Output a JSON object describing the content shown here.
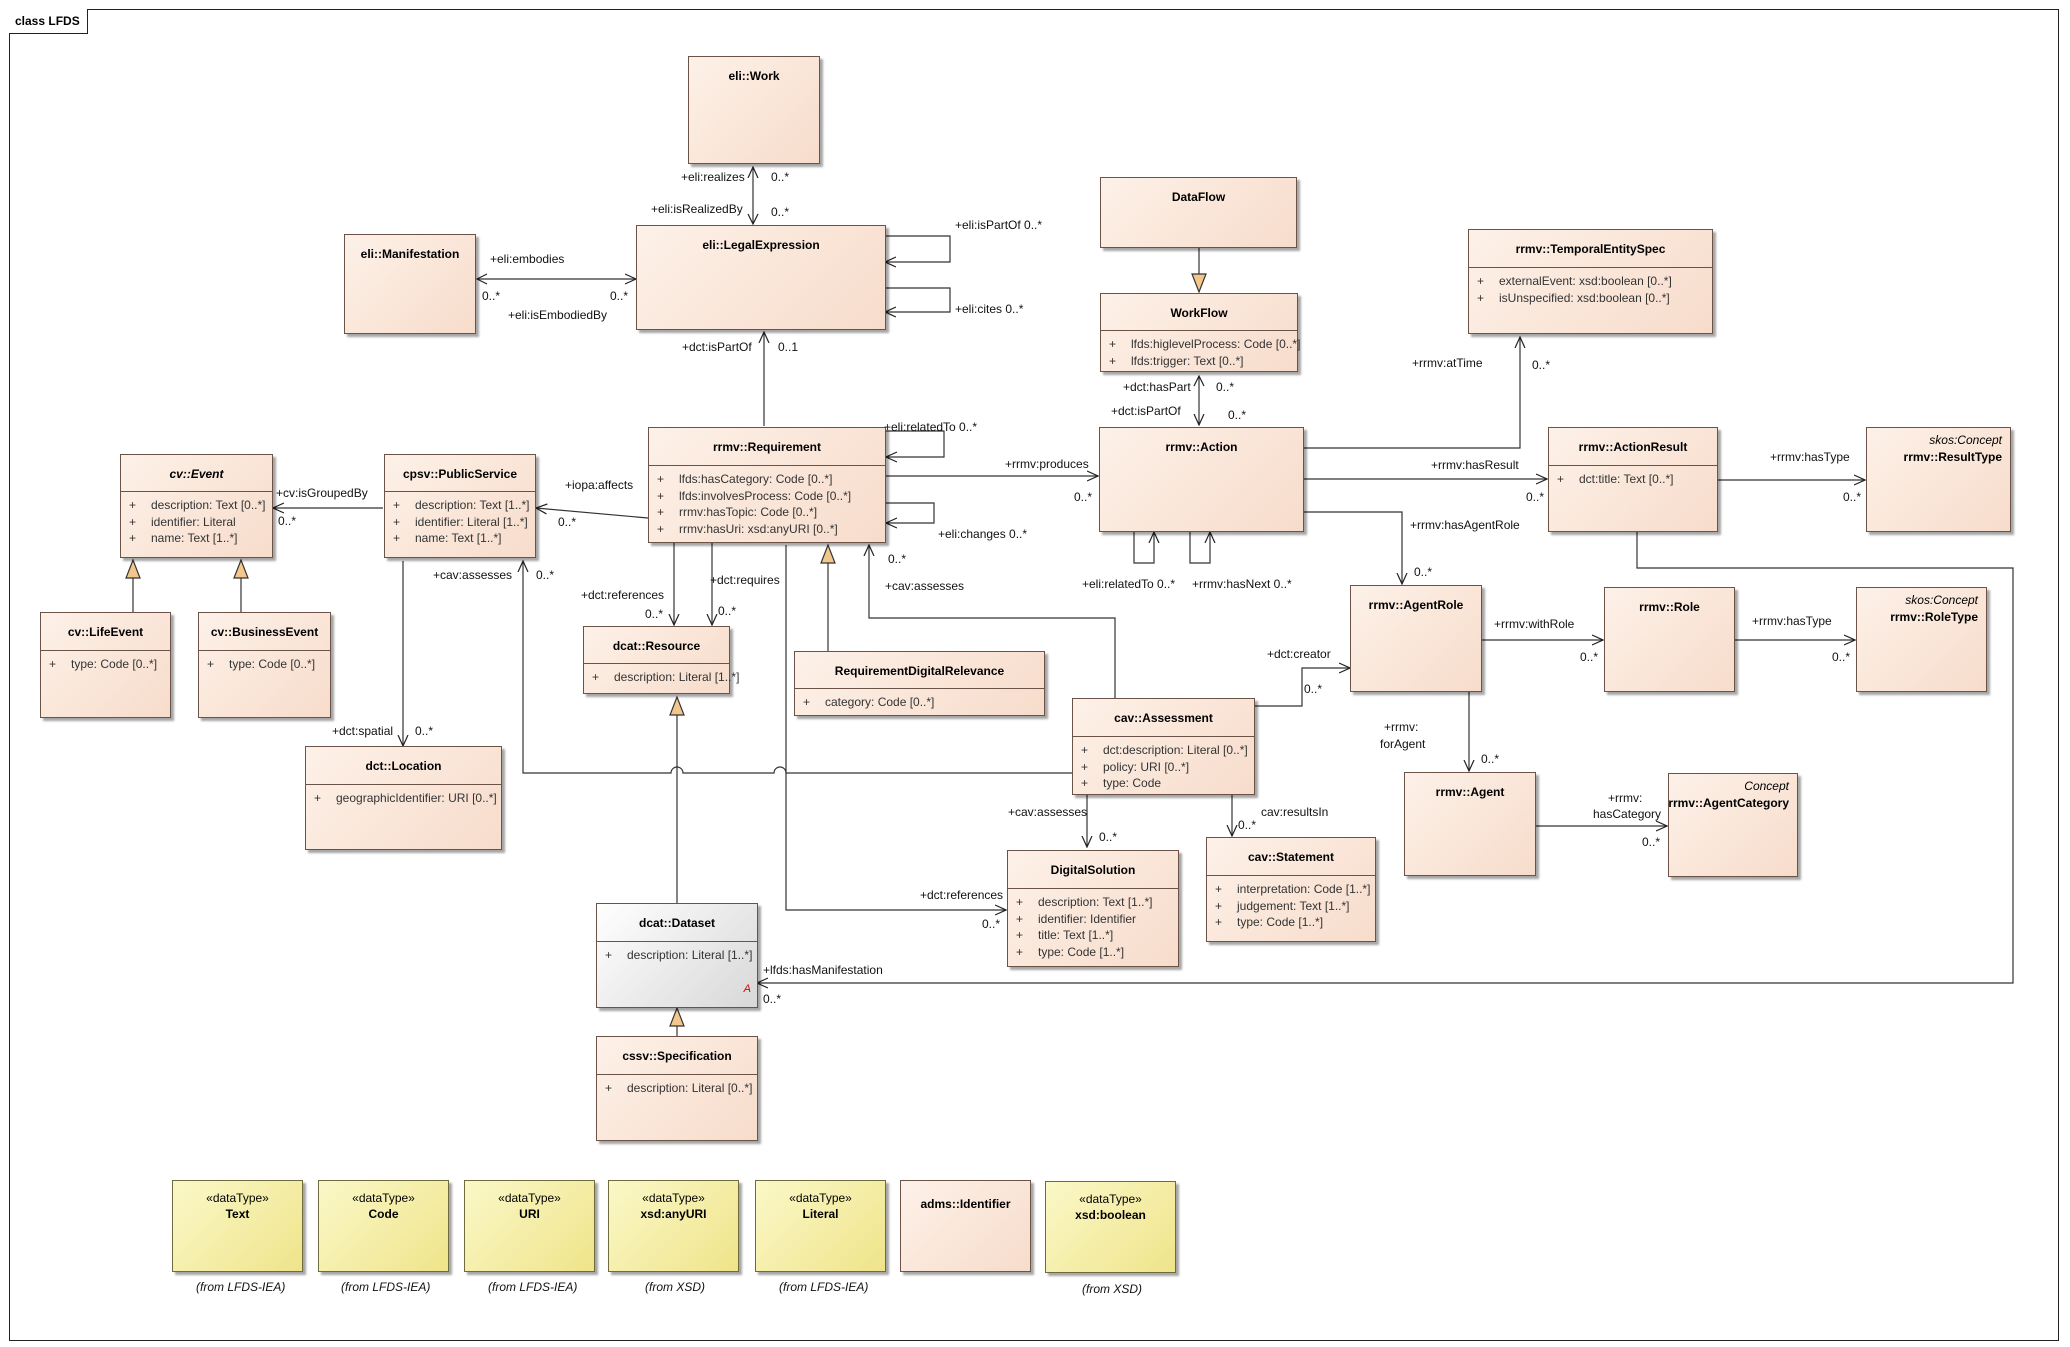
{
  "diagram": {
    "title": "class LFDS"
  },
  "classes": {
    "eli_work": {
      "name": "eli::Work"
    },
    "eli_manifestation": {
      "name": "eli::Manifestation"
    },
    "eli_legalexpression": {
      "name": "eli::LegalExpression"
    },
    "dataflow": {
      "name": "DataFlow"
    },
    "workflow": {
      "name": "WorkFlow",
      "attrs": [
        "lfds:higlevelProcess: Code [0..*]",
        "lfds:trigger: Text [0..*]"
      ]
    },
    "temporal": {
      "name": "rrmv::TemporalEntitySpec",
      "attrs": [
        "externalEvent: xsd:boolean [0..*]",
        "isUnspecified: xsd:boolean [0..*]"
      ]
    },
    "event": {
      "name": "cv::Event",
      "attrs": [
        "description: Text [0..*]",
        "identifier: Literal",
        "name: Text [1..*]"
      ]
    },
    "publicservice": {
      "name": "cpsv::PublicService",
      "attrs": [
        "description: Text [1..*]",
        "identifier: Literal [1..*]",
        "name: Text [1..*]"
      ]
    },
    "requirement": {
      "name": "rrmv::Requirement",
      "attrs": [
        "lfds:hasCategory: Code [0..*]",
        "lfds:involvesProcess: Code [0..*]",
        "rrmv:hasTopic: Code [0..*]",
        "rrmv:hasUri: xsd:anyURI [0..*]"
      ]
    },
    "action": {
      "name": "rrmv::Action"
    },
    "actionresult": {
      "name": "rrmv::ActionResult",
      "attrs": [
        "dct:title: Text [0..*]"
      ]
    },
    "resulttype": {
      "stereotype": "skos:Concept",
      "name": "rrmv::ResultType"
    },
    "lifeevent": {
      "name": "cv::LifeEvent",
      "attrs": [
        "type: Code [0..*]"
      ]
    },
    "businessevent": {
      "name": "cv::BusinessEvent",
      "attrs": [
        "type: Code [0..*]"
      ]
    },
    "resource": {
      "name": "dcat::Resource",
      "attrs": [
        "description: Literal [1..*]"
      ]
    },
    "reqdigrel": {
      "name": "RequirementDigitalRelevance",
      "attrs": [
        "category: Code [0..*]"
      ]
    },
    "agentrole": {
      "name": "rrmv::AgentRole"
    },
    "role": {
      "name": "rrmv::Role"
    },
    "roletype": {
      "stereotype": "skos:Concept",
      "name": "rrmv::RoleType"
    },
    "assessment": {
      "name": "cav::Assessment",
      "attrs": [
        "dct:description: Literal [0..*]",
        "policy: URI [0..*]",
        "type: Code"
      ]
    },
    "location": {
      "name": "dct::Location",
      "attrs": [
        "geographicIdentifier: URI [0..*]"
      ]
    },
    "agent": {
      "name": "rrmv::Agent"
    },
    "agentcategory": {
      "stereotype": "Concept",
      "name": "rrmv::AgentCategory"
    },
    "statement": {
      "name": "cav::Statement",
      "attrs": [
        "interpretation: Code [1..*]",
        "judgement: Text [1..*]",
        "type: Code [1..*]"
      ]
    },
    "digitalsolution": {
      "name": "DigitalSolution",
      "attrs": [
        "description: Text [1..*]",
        "identifier: Identifier",
        "title: Text [1..*]",
        "type: Code [1..*]"
      ]
    },
    "dataset": {
      "name": "dcat::Dataset",
      "attrs": [
        "description: Literal [1..*]"
      ],
      "marker": "A"
    },
    "specification": {
      "name": "cssv::Specification",
      "attrs": [
        "description: Literal [0..*]"
      ]
    },
    "dt_text": {
      "stereotype": "«dataType»",
      "name": "Text",
      "from": "(from LFDS-IEA)"
    },
    "dt_code": {
      "stereotype": "«dataType»",
      "name": "Code",
      "from": "(from LFDS-IEA)"
    },
    "dt_uri": {
      "stereotype": "«dataType»",
      "name": "URI",
      "from": "(from LFDS-IEA)"
    },
    "dt_anyuri": {
      "stereotype": "«dataType»",
      "name": "xsd:anyURI",
      "from": "(from XSD)"
    },
    "dt_literal": {
      "stereotype": "«dataType»",
      "name": "Literal",
      "from": "(from LFDS-IEA)"
    },
    "adms_identifier": {
      "name": "adms::Identifier"
    },
    "dt_boolean": {
      "stereotype": "«dataType»",
      "name": "xsd:boolean",
      "from": "(from XSD)"
    }
  },
  "labels": {
    "realizes": "+eli:realizes",
    "realizes_m": "0..*",
    "isrealizedby": "+eli:isRealizedBy",
    "isrealizedby_m": "0..*",
    "embodies": "+eli:embodies",
    "embodies_m1": "0..*",
    "embodies_m2": "0..*",
    "isembodiedby": "+eli:isEmbodiedBy",
    "ispartof_eli": "+eli:isPartOf 0..*",
    "cites": "+eli:cites 0..*",
    "dct_ispartof": "+dct:isPartOf",
    "dct_ispartof_m": "0..1",
    "haspart": "+dct:hasPart",
    "haspart_m": "0..*",
    "dct_ispartof2": "+dct:isPartOf",
    "dct_ispartof2_m": "0..*",
    "attime": "+rrmv:atTime",
    "attime_m": "0..*",
    "relatedto_req": "+eli:relatedTo 0..*",
    "produces": "+rrmv:produces",
    "produces_m": "0..*",
    "hasresult": "+rrmv:hasResult",
    "hasresult_m": "0..*",
    "hastype_result": "+rrmv:hasType",
    "hastype_result_m": "0..*",
    "isgroupedby": "+cv:isGroupedBy",
    "isgroupedby_m": "0..*",
    "iopa": "+iopa:affects",
    "iopa_m": "0..*",
    "changes": "+eli:changes 0..*",
    "cavassesses_ps": "+cav:assesses",
    "cavassesses_ps_m": "0..*",
    "cavassesses_req": "+cav:assesses",
    "cavassesses_req_m": "0..*",
    "dctreferences": "+dct:references",
    "dctreferences_m": "0..*",
    "dctrequires": "+dct:requires",
    "dctrequires_m": "0..*",
    "relatedto_act": "+eli:relatedTo 0..*",
    "hasnext": "+rrmv:hasNext 0..*",
    "hasagentrole": "+rrmv:hasAgentRole",
    "hasagentrole_m": "0..*",
    "withrole": "+rrmv:withRole",
    "withrole_m": "0..*",
    "hastype_role": "+rrmv:hasType",
    "hastype_role_m": "0..*",
    "dctcreator": "+dct:creator",
    "dctcreator_m": "0..*",
    "foragent1": "+rrmv:",
    "foragent2": "forAgent",
    "foragent_m": "0..*",
    "hascategory1": "+rrmv:",
    "hascategory2": "hasCategory",
    "hascategory_m": "0..*",
    "dctspatial": "+dct:spatial",
    "dctspatial_m": "0..*",
    "cavassesses_ds": "+cav:assesses",
    "cavassesses_ds_m": "0..*",
    "resultsin": "cav:resultsIn",
    "resultsin_m": "0..*",
    "dctreferences2": "+dct:references",
    "dctreferences2_m": "0..*",
    "hasmanifestation": "+lfds:hasManifestation",
    "hasmanifestation_m": "0..*"
  }
}
